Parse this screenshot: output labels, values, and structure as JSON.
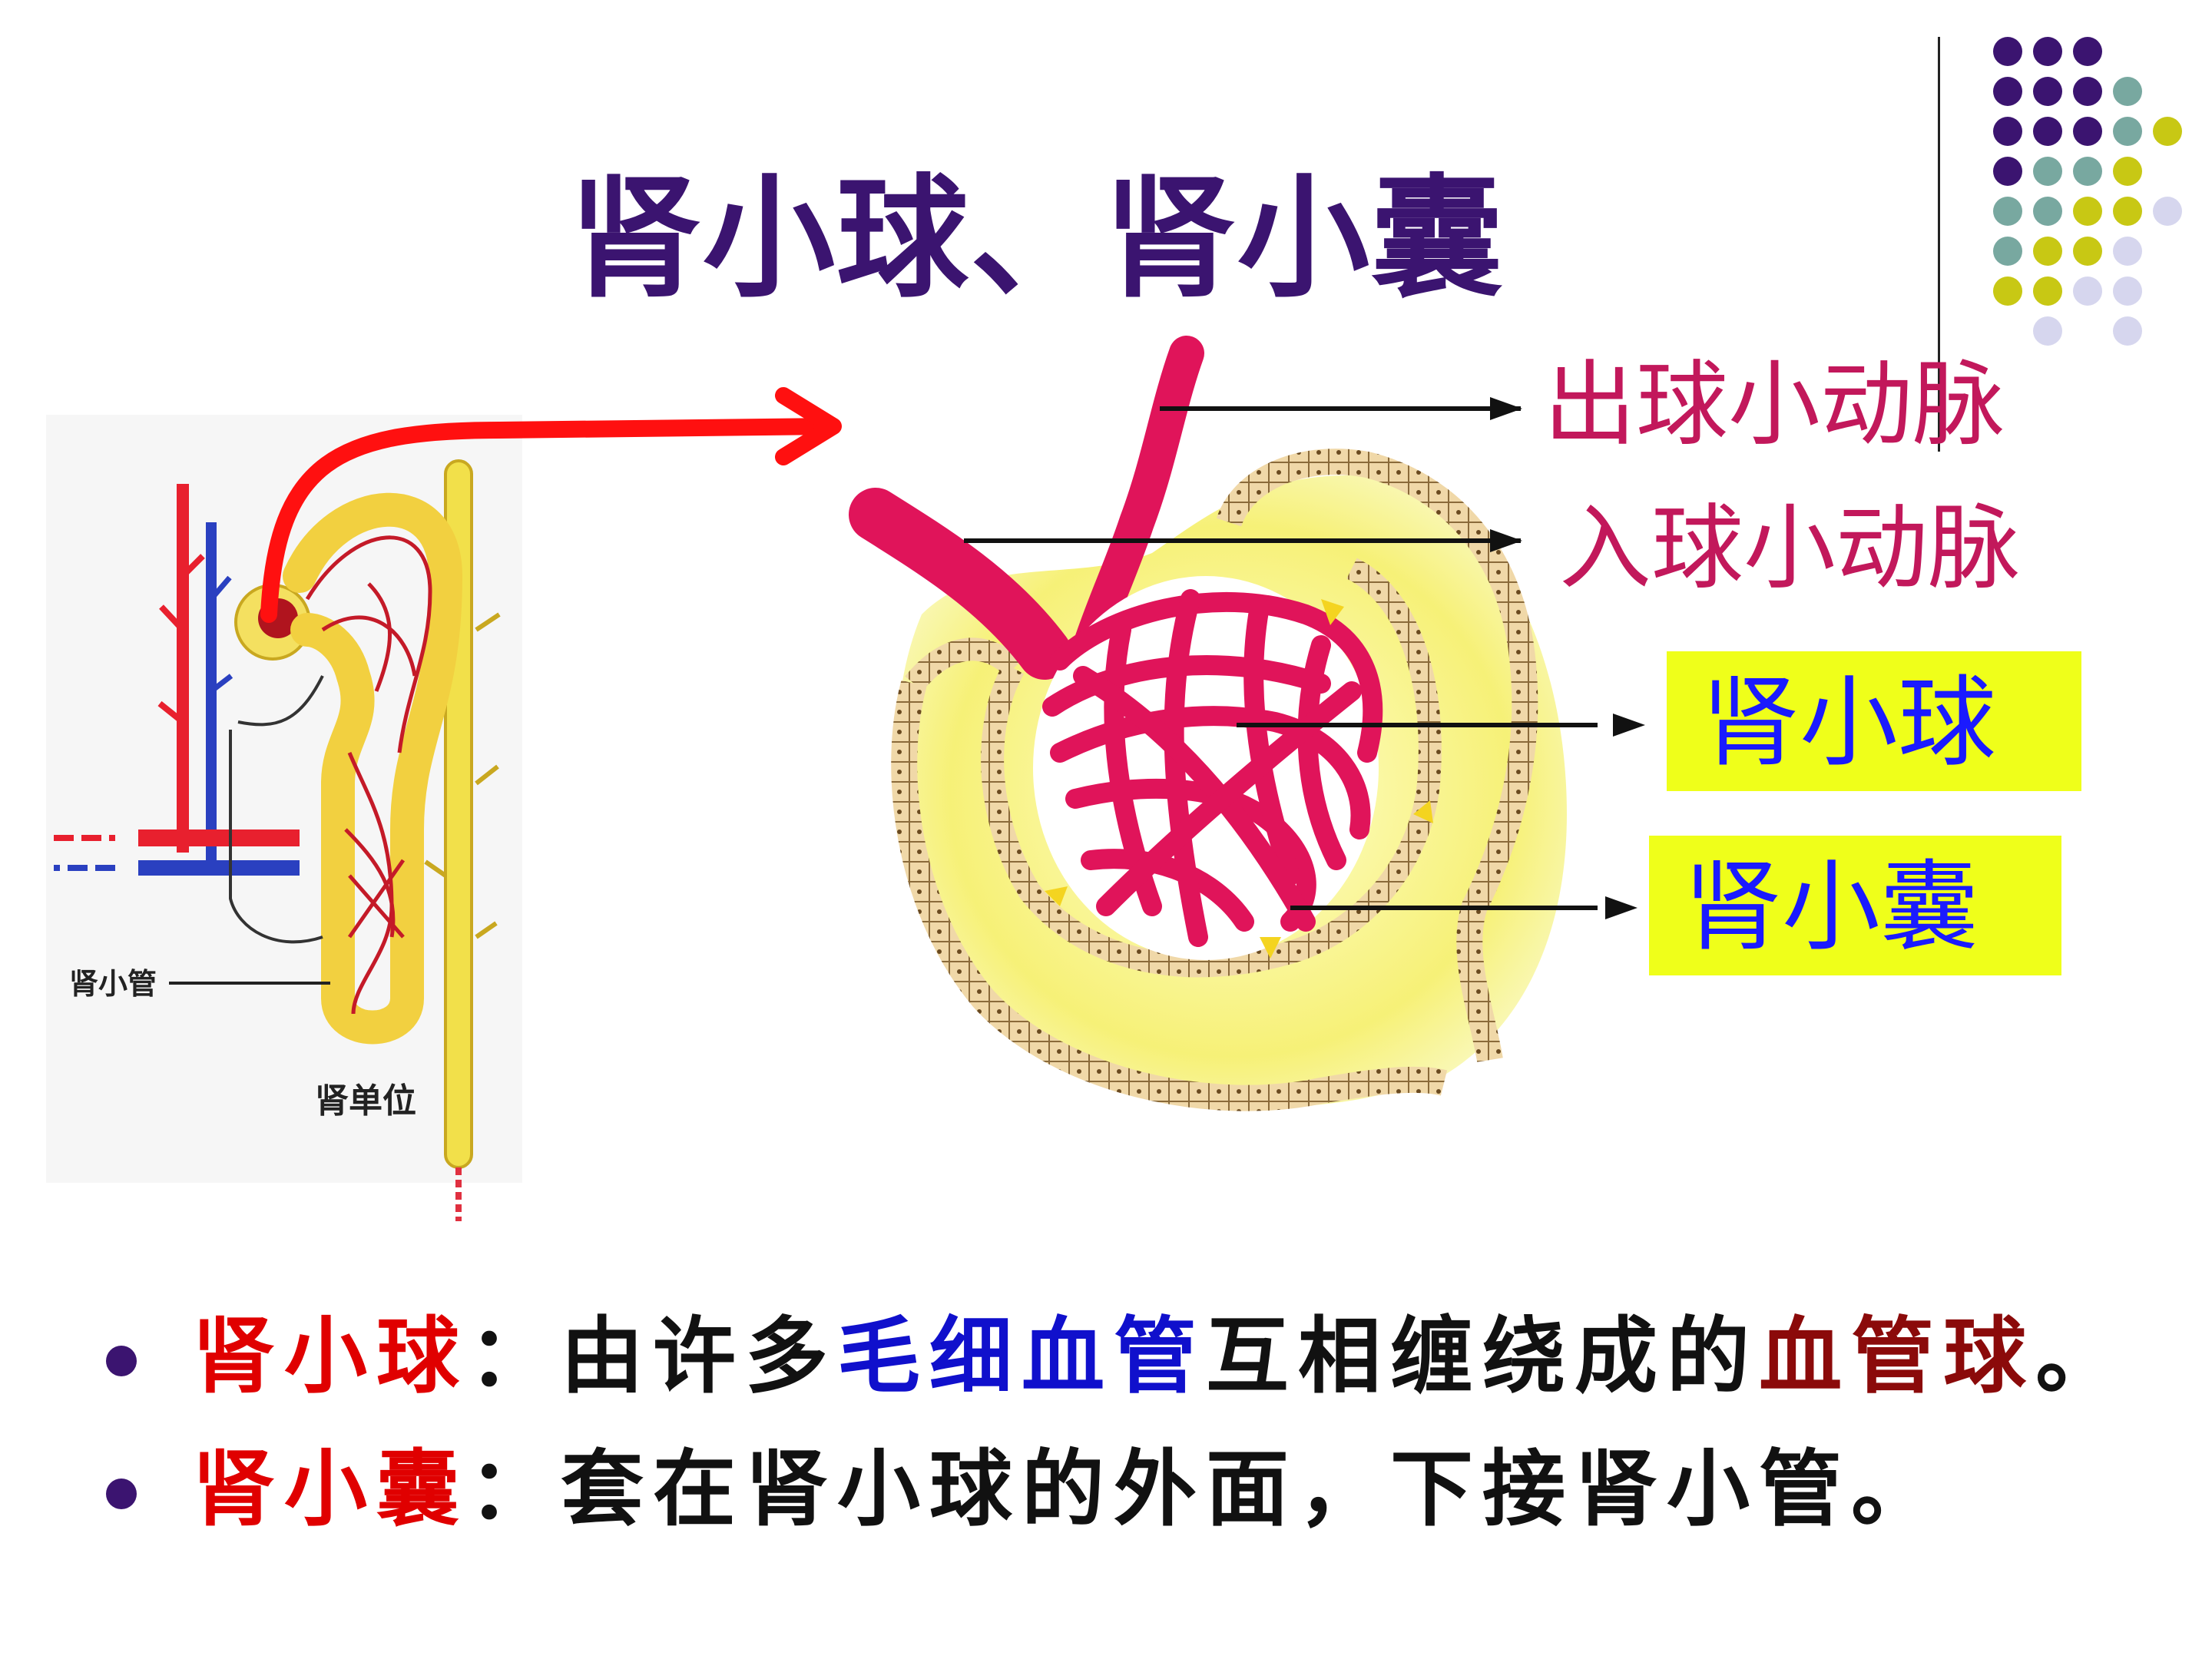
{
  "title": "肾小球、肾小囊",
  "colors": {
    "title": "#3b1470",
    "label_arteriole": "#c2185b",
    "label_box_text": "#1a1aff",
    "label_box_bg": "#efff1a",
    "term_red": "#e00000",
    "term_blue": "#1010cc",
    "term_darkred": "#8b0a0a",
    "body_text": "#111111",
    "bullet": "#3b1470",
    "dot_purple": "#3b1470",
    "dot_teal": "#78a8a0",
    "dot_yellow": "#c8c814",
    "dot_lavender": "#d6d6ee"
  },
  "left_diagram": {
    "label_tubule": "肾小管",
    "label_nephron": "肾单位"
  },
  "labels": {
    "efferent_arteriole": "出球小动脉",
    "afferent_arteriole": "入球小动脉",
    "glomerulus": "肾小球",
    "capsule": "肾小囊"
  },
  "bullets": [
    {
      "parts": [
        {
          "text": "肾小球",
          "color": "#e00000"
        },
        {
          "text": "：由许多",
          "color": "#111111"
        },
        {
          "text": "毛细血管",
          "color": "#1010cc"
        },
        {
          "text": "互相缠绕成的",
          "color": "#111111"
        },
        {
          "text": "血管球",
          "color": "#8b0a0a"
        },
        {
          "text": "。",
          "color": "#111111"
        }
      ]
    },
    {
      "parts": [
        {
          "text": "肾小囊",
          "color": "#e00000"
        },
        {
          "text": "：套在肾小球的外面，下接肾小管。",
          "color": "#111111"
        }
      ]
    }
  ]
}
